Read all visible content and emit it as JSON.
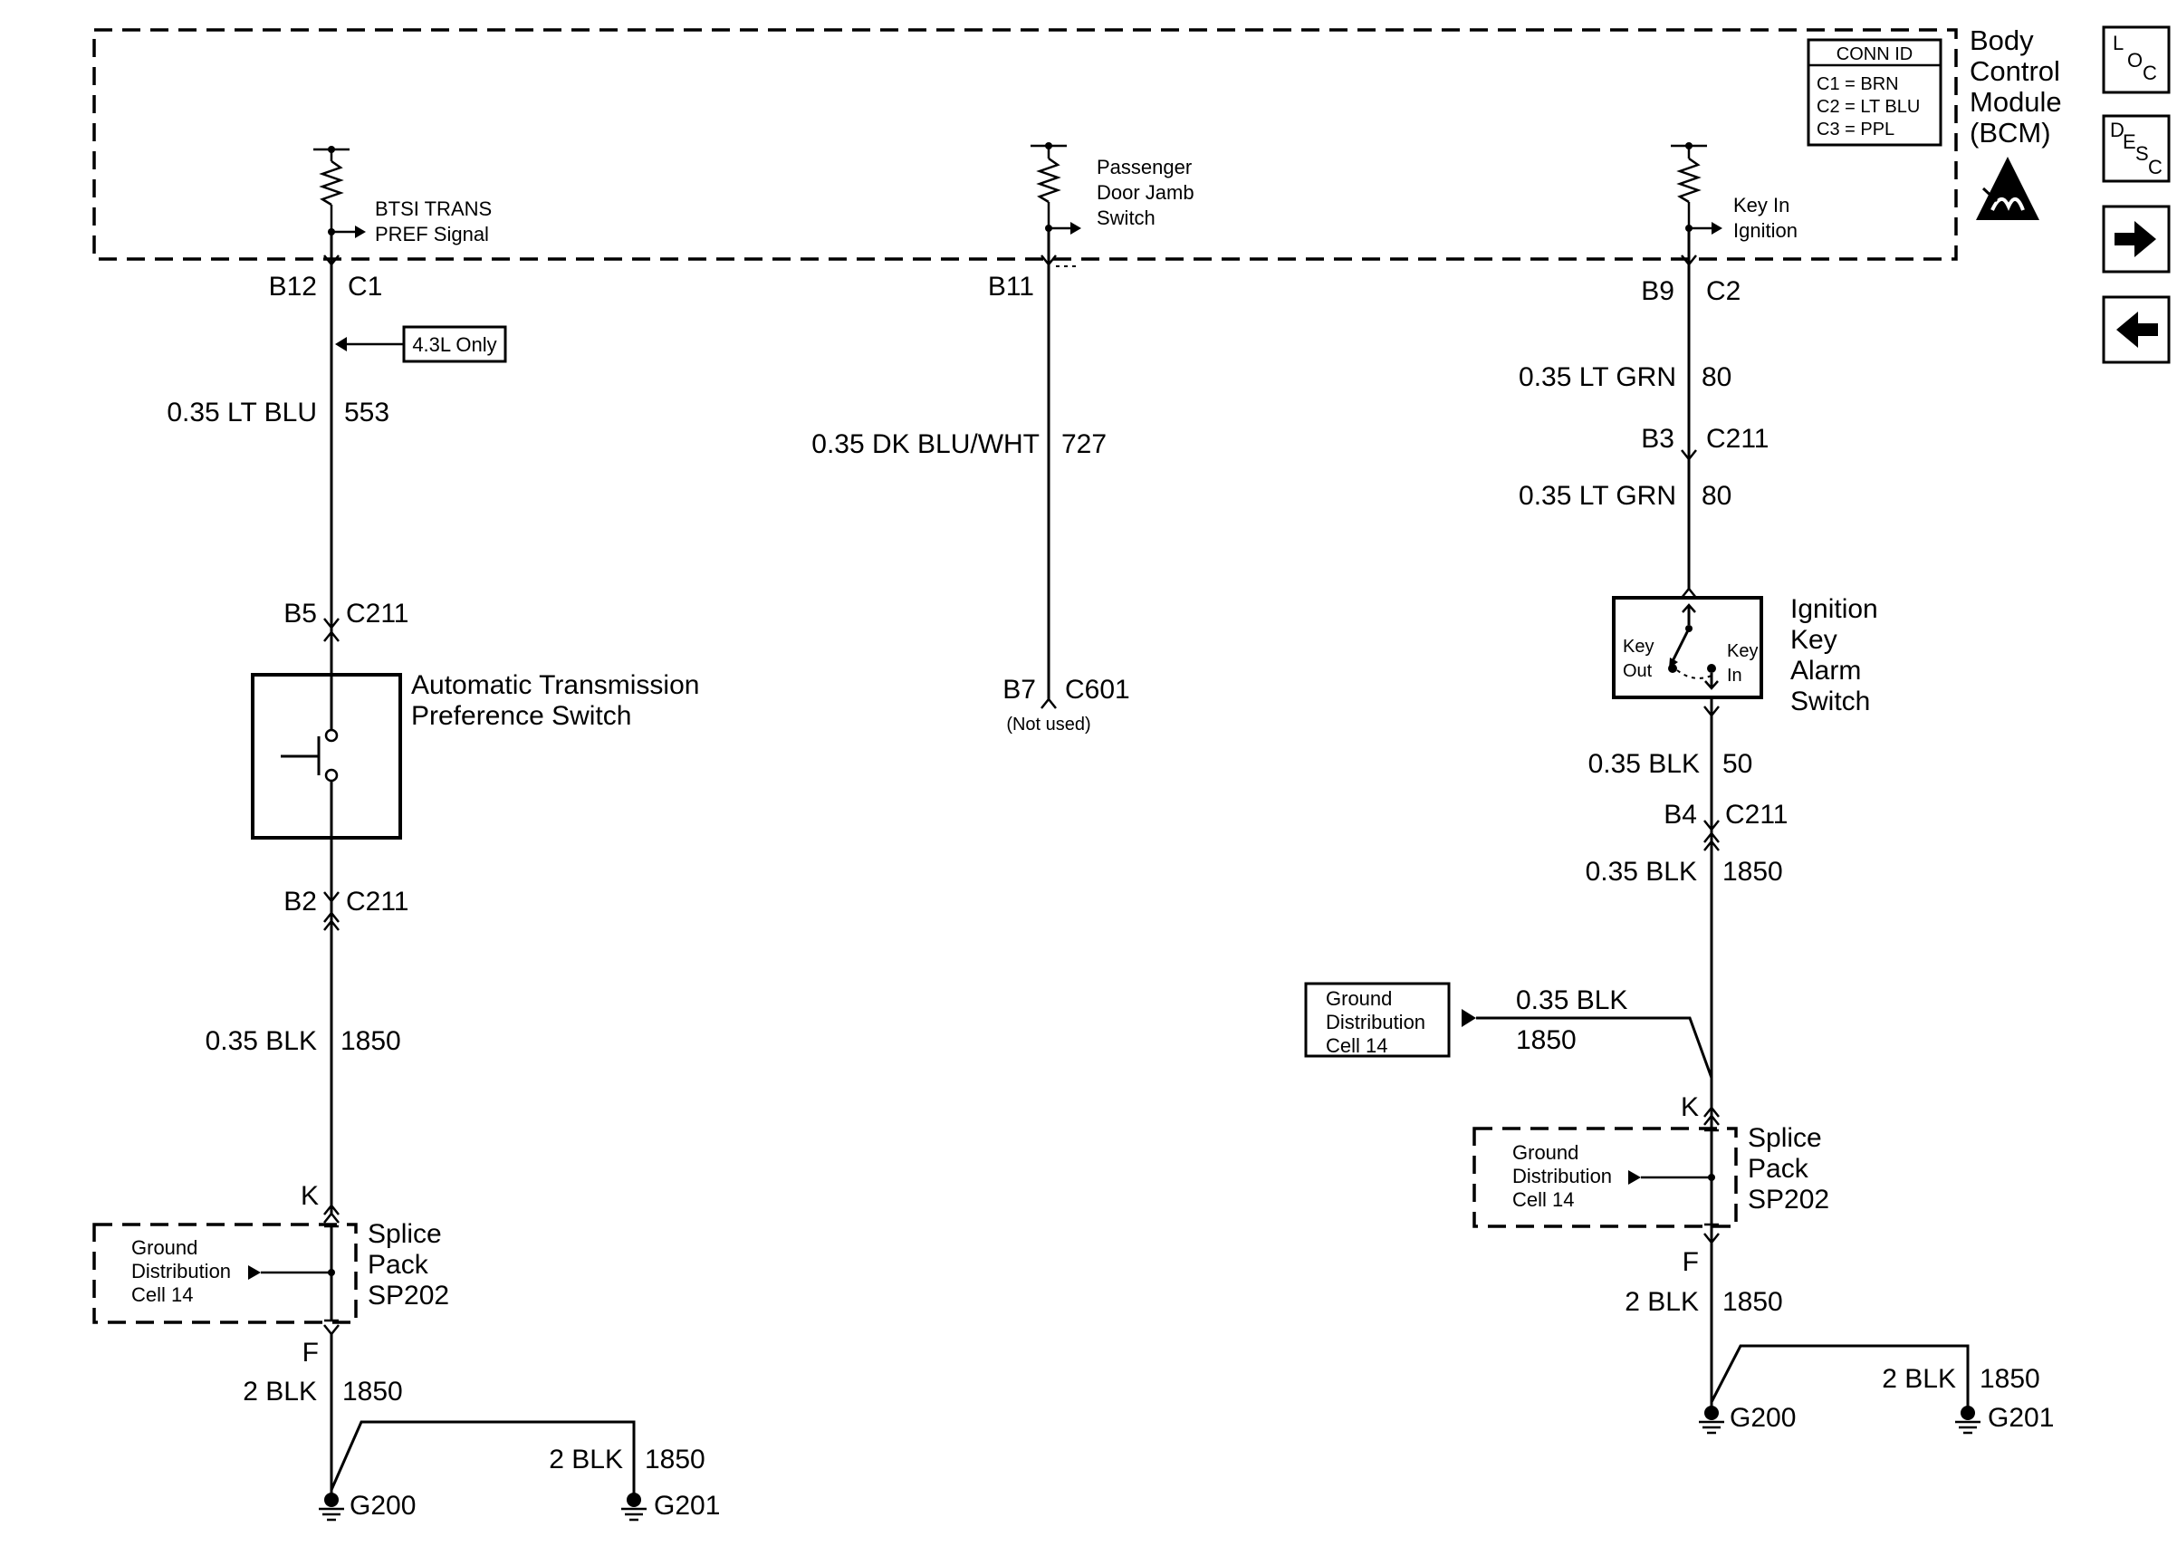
{
  "bcm": {
    "name_lines": [
      "Body",
      "Control",
      "Module",
      "(BCM)"
    ],
    "conn_id": {
      "title": "CONN ID",
      "rows": [
        "C1 = BRN",
        "C2 = LT BLU",
        "C3 = PPL"
      ]
    },
    "signals": {
      "btsi": [
        "BTSI TRANS",
        "PREF Signal"
      ],
      "door_jamb": [
        "Passenger",
        "Door Jamb",
        "Switch"
      ],
      "key_in": [
        "Key In",
        "Ignition"
      ]
    }
  },
  "nav": {
    "loc": {
      "l": "L",
      "o": "O",
      "c": "C"
    },
    "desc": {
      "d": "D",
      "e": "E",
      "s": "S",
      "c": "C"
    }
  },
  "left_circuit": {
    "bcm_pin": "B12",
    "bcm_conn": "C1",
    "note": "4.3L Only",
    "wire1": {
      "gauge_color": "0.35 LT BLU",
      "circuit": "553"
    },
    "conn1_pin": "B5",
    "conn1": "C211",
    "switch_name": [
      "Automatic Transmission",
      "Preference Switch"
    ],
    "conn2_pin": "B2",
    "conn2": "C211",
    "wire2": {
      "gauge_color": "0.35 BLK",
      "circuit": "1850"
    },
    "splice_top": "K",
    "ground_dist": [
      "Ground",
      "Distribution",
      "Cell 14"
    ],
    "splice_name": [
      "Splice",
      "Pack",
      "SP202"
    ],
    "splice_bottom": "F",
    "wire3": {
      "gauge_color": "2 BLK",
      "circuit": "1850"
    },
    "wire4": {
      "gauge_color": "2 BLK",
      "circuit": "1850"
    },
    "ground1": "G200",
    "ground2": "G201"
  },
  "middle_circuit": {
    "bcm_pin": "B11",
    "wire": {
      "gauge_color": "0.35 DK BLU/WHT",
      "circuit": "727"
    },
    "conn_pin": "B7",
    "conn": "C601",
    "note": "(Not used)"
  },
  "right_circuit": {
    "bcm_pin": "B9",
    "bcm_conn": "C2",
    "wire1": {
      "gauge_color": "0.35 LT GRN",
      "circuit": "80"
    },
    "conn1_pin": "B3",
    "conn1": "C211",
    "wire2": {
      "gauge_color": "0.35 LT GRN",
      "circuit": "80"
    },
    "switch_name": [
      "Ignition",
      "Key",
      "Alarm",
      "Switch"
    ],
    "key_out": [
      "Key",
      "Out"
    ],
    "key_in": [
      "Key",
      "In"
    ],
    "wire3": {
      "gauge_color": "0.35 BLK",
      "circuit": "50"
    },
    "conn2_pin": "B4",
    "conn2": "C211",
    "wire4": {
      "gauge_color": "0.35 BLK",
      "circuit": "1850"
    },
    "ext_ground_dist": [
      "Ground",
      "Distribution",
      "Cell 14"
    ],
    "ext_wire": {
      "gauge_color": "0.35 BLK",
      "circuit": "1850"
    },
    "splice_top": "K",
    "ground_dist": [
      "Ground",
      "Distribution",
      "Cell 14"
    ],
    "splice_name": [
      "Splice",
      "Pack",
      "SP202"
    ],
    "splice_bottom": "F",
    "wire5": {
      "gauge_color": "2 BLK",
      "circuit": "1850"
    },
    "wire6": {
      "gauge_color": "2 BLK",
      "circuit": "1850"
    },
    "ground1": "G200",
    "ground2": "G201"
  }
}
